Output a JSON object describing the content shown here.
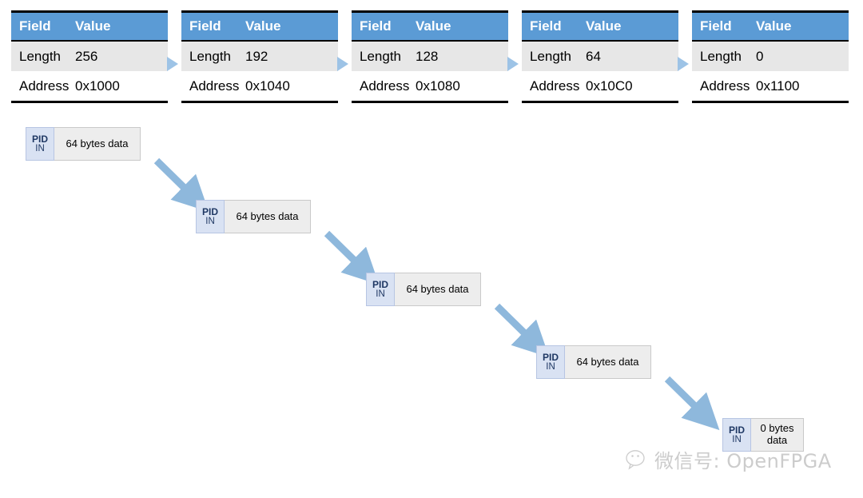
{
  "diagram": {
    "title": "USB IN transfer descriptor and data packet chain",
    "colors": {
      "table_header_blue": "#5B9BD5",
      "table_shaded_row": "#E7E7E7",
      "table_border_black": "#000000",
      "connector_triangle_blue": "#9DC3E6",
      "flow_arrow_blue": "#8EB8DC",
      "pid_block_fill": "#D9E2F3",
      "pid_block_text": "#1F3864",
      "data_block_fill": "#EDEDED",
      "watermark_gray": "#CCCCCC"
    }
  },
  "tables": {
    "columns": [
      "Field",
      "Value"
    ],
    "rows_labels": [
      "Length",
      "Address"
    ],
    "items": [
      {
        "length": "256",
        "address": "0x1000"
      },
      {
        "length": "192",
        "address": "0x1040"
      },
      {
        "length": "128",
        "address": "0x1080"
      },
      {
        "length": "64",
        "address": "0x10C0"
      },
      {
        "length": "0",
        "address": "0x1100"
      }
    ]
  },
  "packets": [
    {
      "pid_top": "PID",
      "pid_bottom": "IN",
      "data": "64 bytes data"
    },
    {
      "pid_top": "PID",
      "pid_bottom": "IN",
      "data": "64 bytes data"
    },
    {
      "pid_top": "PID",
      "pid_bottom": "IN",
      "data": "64 bytes data"
    },
    {
      "pid_top": "PID",
      "pid_bottom": "IN",
      "data": "64 bytes data"
    },
    {
      "pid_top": "PID",
      "pid_bottom": "IN",
      "data": "0 bytes data"
    }
  ],
  "watermark": {
    "icon": "wechat-logo-icon",
    "text": "微信号: OpenFPGA"
  }
}
